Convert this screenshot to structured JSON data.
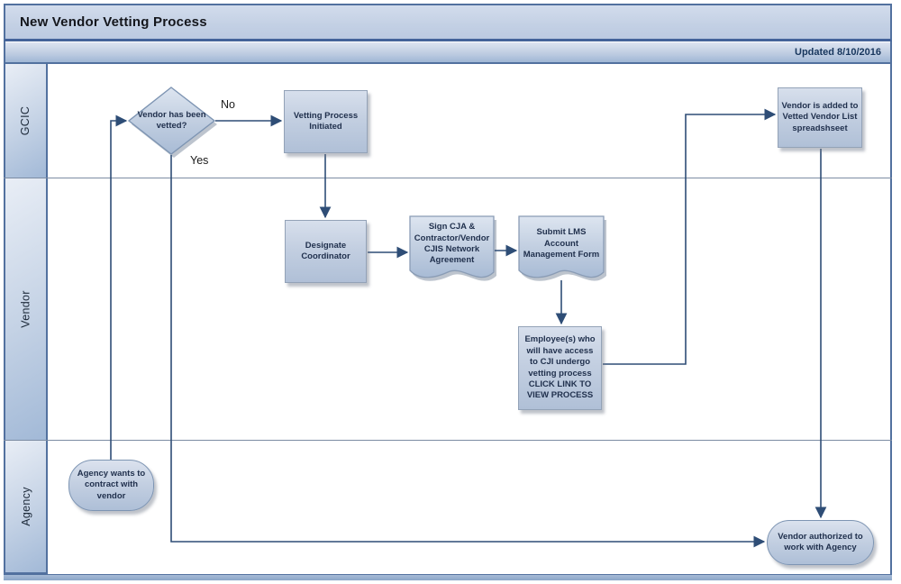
{
  "header": {
    "title": "New Vendor Vetting Process",
    "updated_label": "Updated 8/10/2016"
  },
  "lanes": [
    {
      "label": "GCIC"
    },
    {
      "label": "Vendor"
    },
    {
      "label": "Agency"
    }
  ],
  "nodes": {
    "decision_vetted": "Vendor has been vetted?",
    "vetting_initiated": "Vetting Process Initiated",
    "vendor_added": "Vendor is added to Vetted Vendor List spreadshseet",
    "designate_coordinator": "Designate Coordinator",
    "sign_agreement": "Sign CJA & Contractor/Vendor CJIS Network Agreement",
    "submit_lms": "Submit LMS Account Management Form",
    "employee_vetting_line1": "Employee(s) who will have access to CJI undergo vetting process",
    "employee_vetting_line2": "CLICK LINK TO VIEW PROCESS",
    "agency_wants": "Agency wants to contract with vendor",
    "vendor_authorized": "Vendor authorized to work with Agency"
  },
  "edge_labels": {
    "no": "No",
    "yes": "Yes"
  },
  "colors": {
    "frame_border": "#52719f",
    "connector": "#2e4d76",
    "shape_fill_top": "#dfe6f0",
    "shape_fill_bottom": "#a8bbd5",
    "lane_fill": "#b9cadf"
  }
}
